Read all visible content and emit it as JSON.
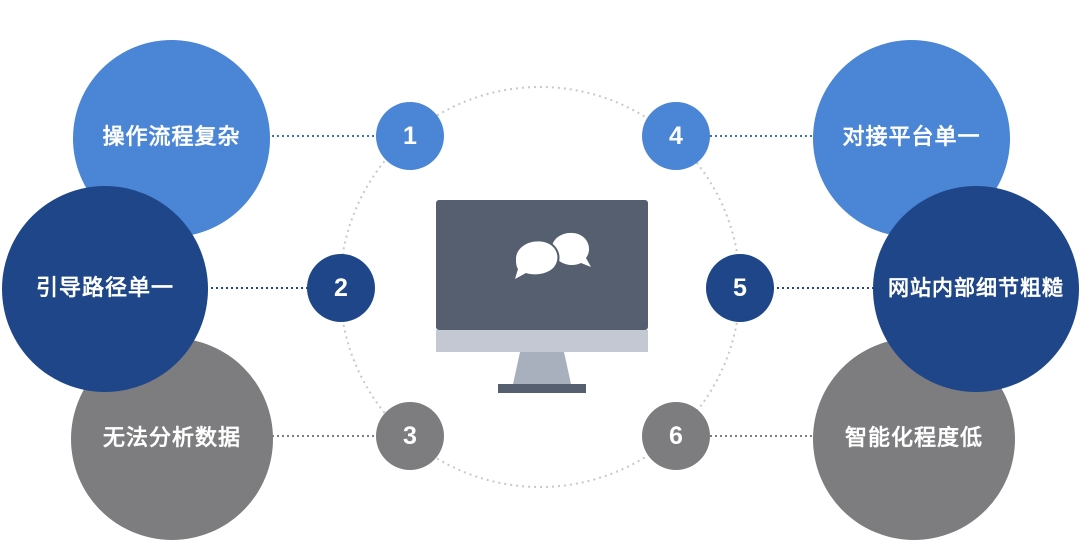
{
  "items": [
    {
      "number": "1",
      "label": "操作流程复杂"
    },
    {
      "number": "2",
      "label": "引导路径单一"
    },
    {
      "number": "3",
      "label": "无法分析数据"
    },
    {
      "number": "4",
      "label": "对接平台单一"
    },
    {
      "number": "5",
      "label": "网站内部细节粗糙"
    },
    {
      "number": "6",
      "label": "智能化程度低"
    }
  ],
  "center_icon": "monitor-chat-icon",
  "colors": {
    "light_blue": "#4a85d6",
    "navy": "#1e4689",
    "gray": "#7d7c7f",
    "monitor_screen": "#565f70",
    "monitor_stand": "#b6bcc8",
    "dotted_line": "#c8c8c8"
  }
}
